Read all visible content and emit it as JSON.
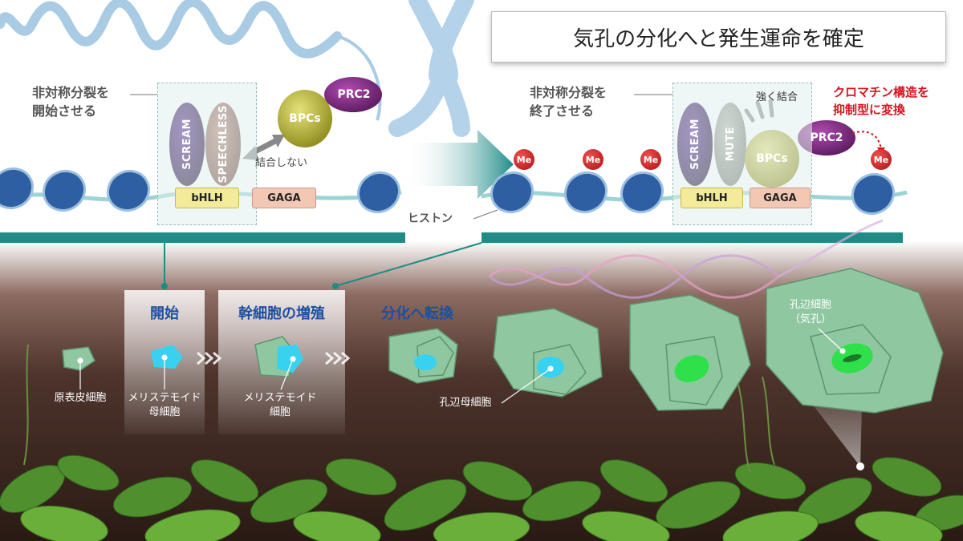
{
  "title": "気孔の分化へと発生運命を確定",
  "left_panel": {
    "label_line1": "非対称分裂を",
    "label_line2": "開始させる",
    "scream": "SCREAM",
    "speechless": "SPEECHLESS",
    "bhlh": "bHLH",
    "gaga": "GAGA",
    "bpcs": "BPCs",
    "prc2": "PRC2",
    "no_binding": "結合しない"
  },
  "right_panel": {
    "label_line1": "非対称分裂を",
    "label_line2": "終了させる",
    "scream": "SCREAM",
    "mute": "MUTE",
    "bhlh": "bHLH",
    "gaga": "GAGA",
    "bpcs": "BPCs",
    "prc2": "PRC2",
    "strong_binding": "強く結合",
    "chromatin_line1": "クロマチン構造を",
    "chromatin_line2": "抑制型に変換",
    "me": "Me",
    "histone": "ヒストン"
  },
  "stages": {
    "start": "開始",
    "proliferation": "幹細胞の増殖",
    "conversion": "分化へ転換"
  },
  "cells": {
    "protodermal": "原表皮細胞",
    "mmc_line1": "メリステモイド",
    "mmc_line2": "母細胞",
    "meristemoid_line1": "メリステモイド",
    "meristemoid_line2": "細胞",
    "gmc": "孔辺母細胞",
    "guard_line1": "孔辺細胞",
    "guard_line2": "（気孔）"
  },
  "colors": {
    "teal_bar": "#1f8b84",
    "arrow": "#1e8c88",
    "stage_text": "#1e4fa0",
    "cell_green": "#8fc7a0",
    "meristemoid_cyan": "#38d2f0",
    "guard_green": "#2ee04a",
    "red_note": "#d6141d"
  }
}
